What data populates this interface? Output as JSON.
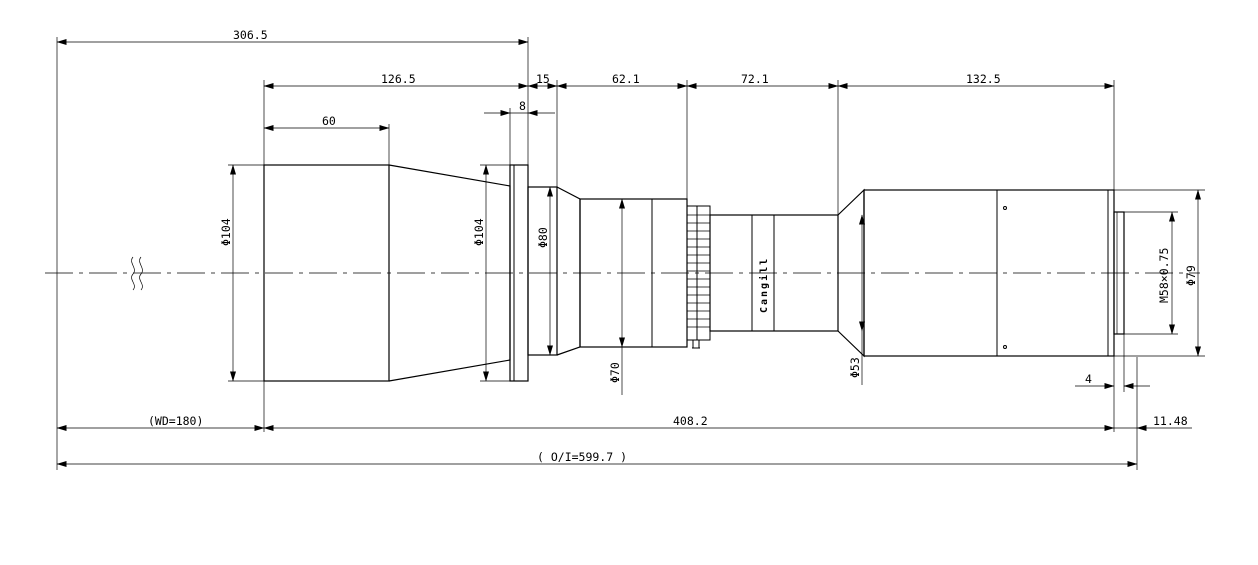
{
  "drawing": {
    "brand_logo": "Cangill",
    "dimensions": {
      "overall_top": "306.5",
      "front_body": "126.5",
      "front_tube": "60",
      "flange_thickness": "8",
      "flange_to_neck": "15",
      "section_1": "62.1",
      "section_2": "72.1",
      "rear_body": "132.5",
      "working_distance": "(WD=180)",
      "lens_length": "408.2",
      "back_focus": "11.48",
      "object_to_image": "( O/I=599.7 )",
      "mount_depth": "4"
    },
    "diameters": {
      "front_tube": "Φ104",
      "flange": "Φ104",
      "neck": "Φ80",
      "barrel": "Φ70",
      "middle_tube": "Φ53",
      "rear_body": "Φ79",
      "mount_thread": "M58×0.75"
    }
  }
}
